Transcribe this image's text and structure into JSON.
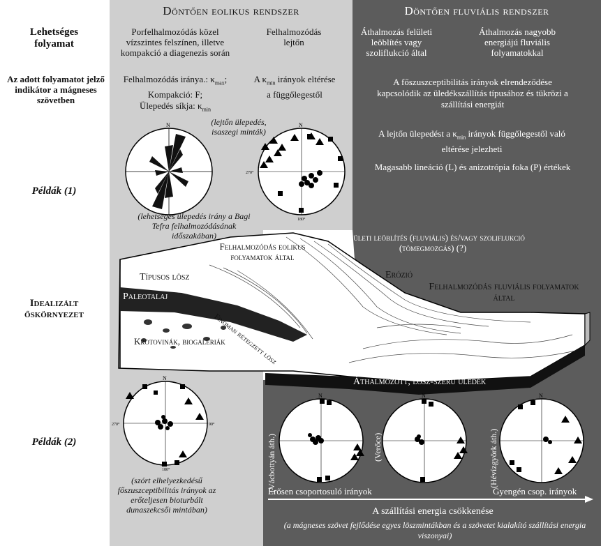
{
  "systems": {
    "eolian": "Döntően eolikus rendszer",
    "fluvial": "Döntően fluviális rendszer"
  },
  "rows": {
    "process": "Lehetséges folyamat",
    "indicator": "Az adott folyamatot jelző indikátor a mágneses szövetben",
    "examples1": "Példák (1)",
    "environment": "Idealizált őskörnyezet",
    "examples2": "Példák (2)"
  },
  "process": {
    "eolian_flat": "Porfelhalmozódás közel vízszintes felszínen, illetve kompakció a diagenezis során",
    "eolian_slope": "Felhalmozódás lejtőn",
    "fluvial_surface": "Áthalmozás felületi leöblítés vagy szoliflukció által",
    "fluvial_high": "Áthalmozás nagyobb energiájú fluviális folyamatokkal"
  },
  "indicator": {
    "eolian_flat_l1": "Felhalmozódás iránya.: κ",
    "eolian_flat_l1_sub": "max",
    "eolian_flat_l1_end": ";",
    "eolian_flat_l2": "Kompakció: F;",
    "eolian_flat_l3": "Ülepedés síkja: κ",
    "eolian_flat_l3_sub": "min",
    "eolian_slope_l1a": "A κ",
    "eolian_slope_l1_sub": "min",
    "eolian_slope_l1b": " irányok eltérése",
    "eolian_slope_l2": "a függőlegestől",
    "fluvial_1": "A főszuszceptibilitás irányok elrendeződése kapcsolódik az üledékszállítás típusához és tükrözi a szállítási energiát",
    "fluvial_2a": "A lejtőn ülepedést a κ",
    "fluvial_2_sub": "min",
    "fluvial_2b": "irányok függőlegestől való eltérése jelezheti",
    "fluvial_3": "Magasabb lineáció (L) és anizotrópia foka (P) értékek"
  },
  "examples1": {
    "rose_caption": "(lehetséges ülepedés irány a Bagi Tefra felhalmozódásának időszakában)",
    "slope_caption": "(lejtőn ülepedés, isaszegi minták)"
  },
  "stereo_labels": {
    "north": "N",
    "east": "90°",
    "west": "270°",
    "south": "180°"
  },
  "block": {
    "accumulation_eolian": "Felhalmozódás eolikus folyamatok által",
    "typical_loess": "Típusos lösz",
    "paleosol": "Paleotalaj",
    "krotovinas": "Krotovinák, biogalériák",
    "laminated": "Finoman rétegzett lösz",
    "surface_wash": "Felületi leöblítés (fluviális) és/vagy szoliflukció (tömegmozgás) (?)",
    "erosion": "Erózió",
    "accumulation_fluvial": "Felhalmozódás fluviális folyamatok által",
    "redeposited": "Áthalmozott, lösz-szerű üledék"
  },
  "examples2": {
    "dispersed_caption": "(szórt elhelyezkedésű főszuszceptibilitás irányok az erőteljesen bioturbált dunaszekcsői mintában)",
    "site1": "(Vácbottyán áth.)",
    "site2": "(Verőce)",
    "site3": "(Hévízgyörk áth.)",
    "strong": "Erősen csoportosuló irányok",
    "weak": "Gyengén csop. irányok",
    "energy": "A szállítási energia csökkenése",
    "footnote": "(a mágneses szövet fejlődése egyes löszmintákban és a szövetet kialakító szállítási energia viszonyai)"
  },
  "colors": {
    "eolian_bg": "#cfcfcf",
    "fluvial_bg": "#5c5c5c",
    "paleosol": "#222222"
  }
}
